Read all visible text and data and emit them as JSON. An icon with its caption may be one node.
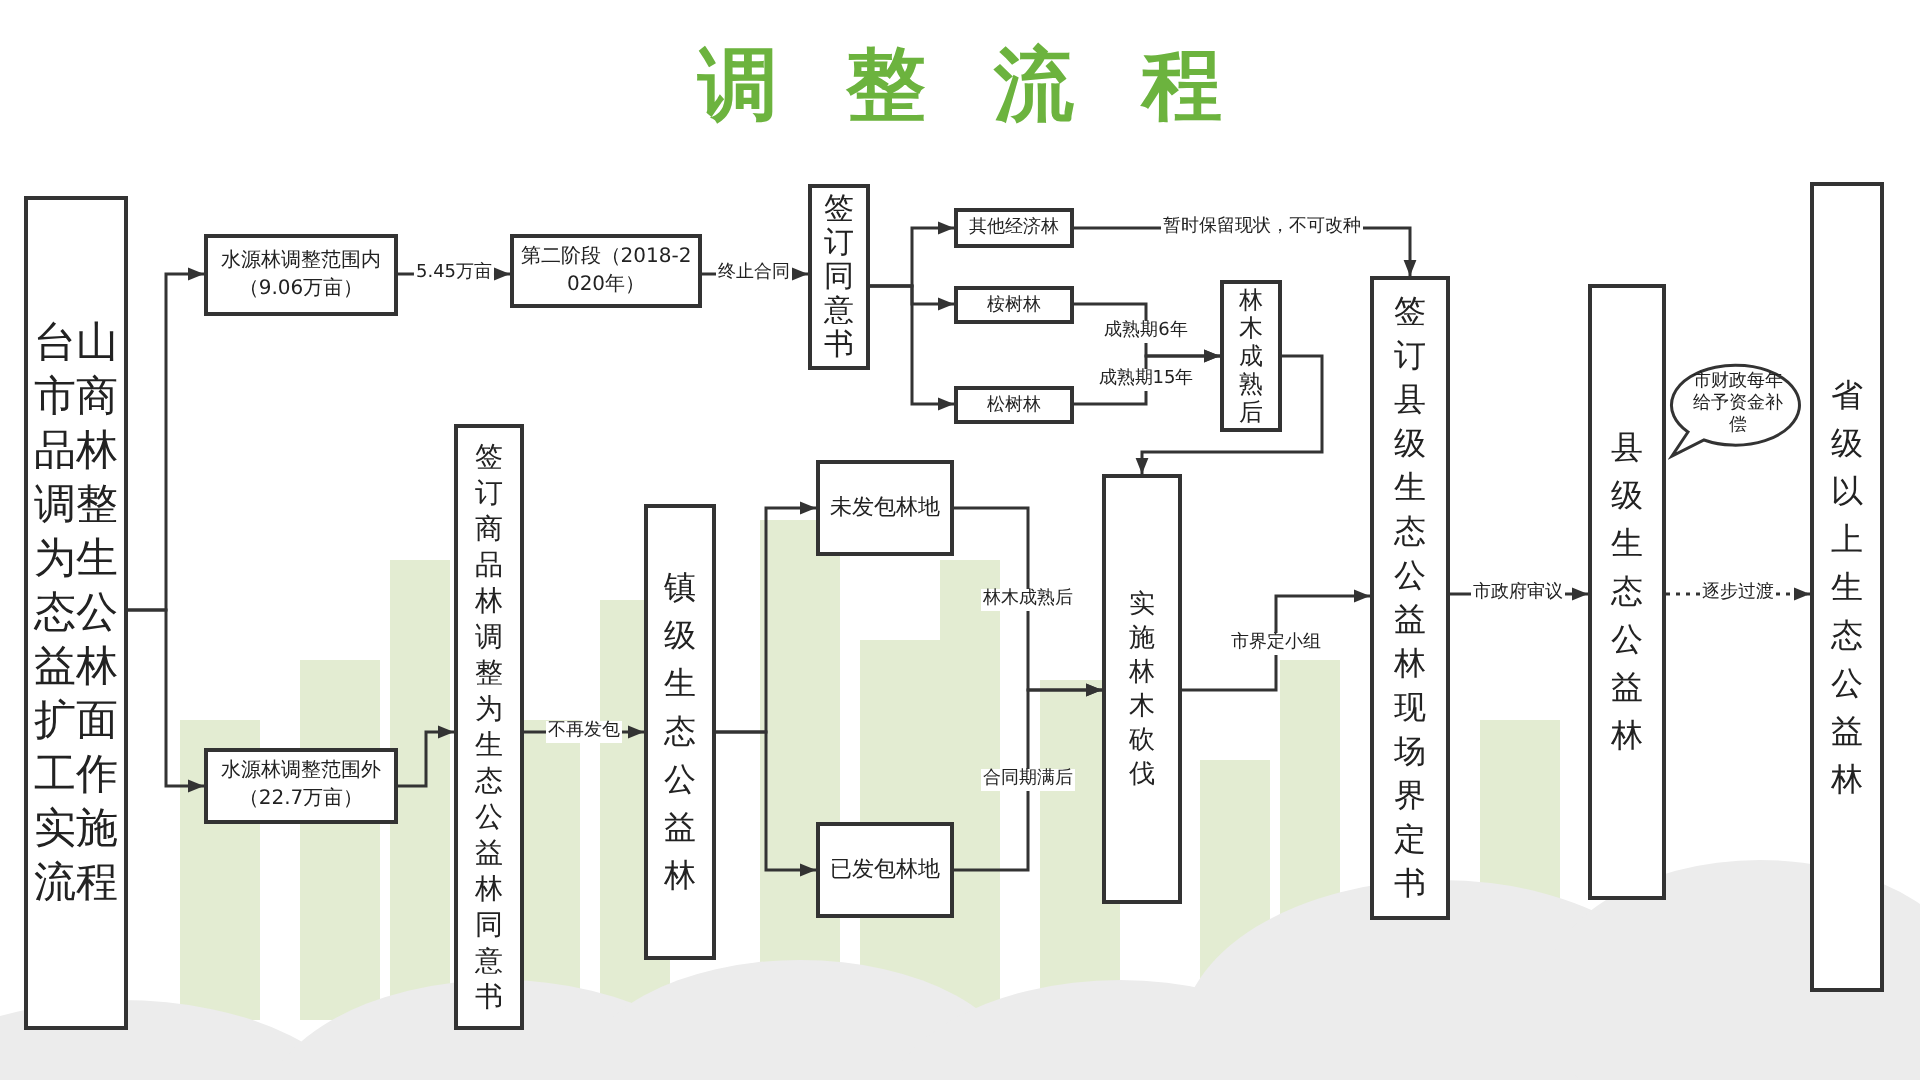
{
  "diagram": {
    "title": "调整流程",
    "nodes": [
      {
        "text": [
          "台山市商品林调整为生态公益林扩面工作实施流程"
        ]
      },
      {
        "text": [
          "水源林调整范围内（9.06万亩）"
        ]
      },
      {
        "text": [
          "水源林调整范围外（22.7万亩）"
        ]
      },
      {
        "text": [
          "第二阶段（2018-2020年）"
        ]
      },
      {
        "text": [
          "签订同意书"
        ]
      },
      {
        "text": [
          "其他经济林"
        ]
      },
      {
        "text": [
          "桉树林"
        ]
      },
      {
        "text": [
          "松树林"
        ]
      },
      {
        "text": [
          "林木成熟后"
        ]
      },
      {
        "text": [
          "签订商品林调整为生态公益林同意书"
        ]
      },
      {
        "text": [
          "镇级生态公益林"
        ]
      },
      {
        "text": [
          "未发包林地"
        ]
      },
      {
        "text": [
          "已发包林地"
        ]
      },
      {
        "text": [
          "实施林木砍伐"
        ]
      },
      {
        "text": [
          "签订县级生态公益林现场界定书"
        ]
      },
      {
        "text": [
          "县级生态公益林"
        ]
      },
      {
        "text": [
          "市财政每年给予资金补偿"
        ]
      },
      {
        "text": [
          "省级以上生态公益林"
        ]
      }
    ],
    "edges": [
      {
        "from": 0,
        "to": 1,
        "arrow": "to"
      },
      {
        "from": 0,
        "to": 2,
        "arrow": "to"
      },
      {
        "from": 1,
        "to": 3,
        "arrow": "to",
        "label": "5.45万亩"
      },
      {
        "from": 3,
        "to": 4,
        "arrow": "to",
        "label": "终止合同"
      },
      {
        "from": 4,
        "to": 5,
        "arrow": "to"
      },
      {
        "from": 4,
        "to": 6,
        "arrow": "to"
      },
      {
        "from": 4,
        "to": 7,
        "arrow": "to"
      },
      {
        "from": 5,
        "to": 14,
        "arrow": "to",
        "label": "暂时保留现状，不可改种"
      },
      {
        "from": 6,
        "to": 8,
        "arrow": "to",
        "label": "成熟期6年"
      },
      {
        "from": 7,
        "to": 8,
        "arrow": "to",
        "label": "成熟期15年"
      },
      {
        "from": 8,
        "to": 13,
        "arrow": "to"
      },
      {
        "from": 2,
        "to": 9,
        "arrow": "to"
      },
      {
        "from": 9,
        "to": 10,
        "arrow": "to",
        "label": "不再发包"
      },
      {
        "from": 10,
        "to": 11,
        "arrow": "to"
      },
      {
        "from": 10,
        "to": 12,
        "arrow": "to"
      },
      {
        "from": 11,
        "to": 13,
        "arrow": "to",
        "label": "林木成熟后"
      },
      {
        "from": 12,
        "to": 13,
        "arrow": "to",
        "label": "合同期满后"
      },
      {
        "from": 13,
        "to": 14,
        "arrow": "to",
        "label": "市界定小组"
      },
      {
        "from": 14,
        "to": 15,
        "arrow": "to",
        "label": "市政府审议"
      },
      {
        "from": 15,
        "to": 17,
        "arrow": "to",
        "label": "逐步过渡",
        "style": "dashed"
      }
    ]
  }
}
